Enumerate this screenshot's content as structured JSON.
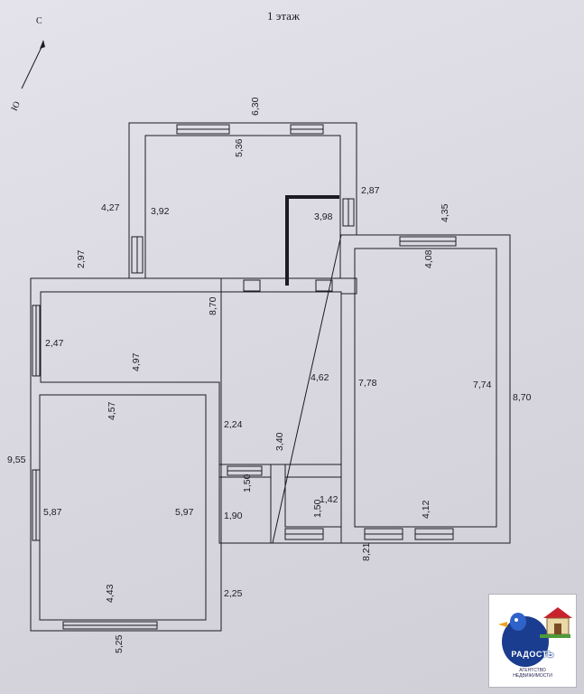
{
  "title": "1 этаж",
  "compass": {
    "north": "С",
    "south": "Ю",
    "icon": "compass-arrow-icon"
  },
  "dimensions": [
    "6,30",
    "5,36",
    "4,27",
    "3,92",
    "2,87",
    "3,98",
    "4,35",
    "4,08",
    "2,97",
    "8,70",
    "2,47",
    "4,97",
    "4,62",
    "7,78",
    "7,74",
    "8,70",
    "4,57",
    "2,24",
    "3,40",
    "9,55",
    "1,50",
    "1,42",
    "1,50",
    "5,87",
    "5,97",
    "1,90",
    "4,12",
    "8,21",
    "2,25",
    "4,43",
    "5,25"
  ],
  "logo": {
    "icon": "duck-house-logo-icon",
    "brand": "РАДОСТЬ",
    "subtitle_line1": "АГЕНТСТВО",
    "subtitle_line2": "НЕДВИЖИМОСТИ"
  },
  "colors": {
    "paper": "#dcdae2",
    "ink": "#1c1b22",
    "logo_blue": "#1b3d8f",
    "logo_red": "#c8232c"
  }
}
